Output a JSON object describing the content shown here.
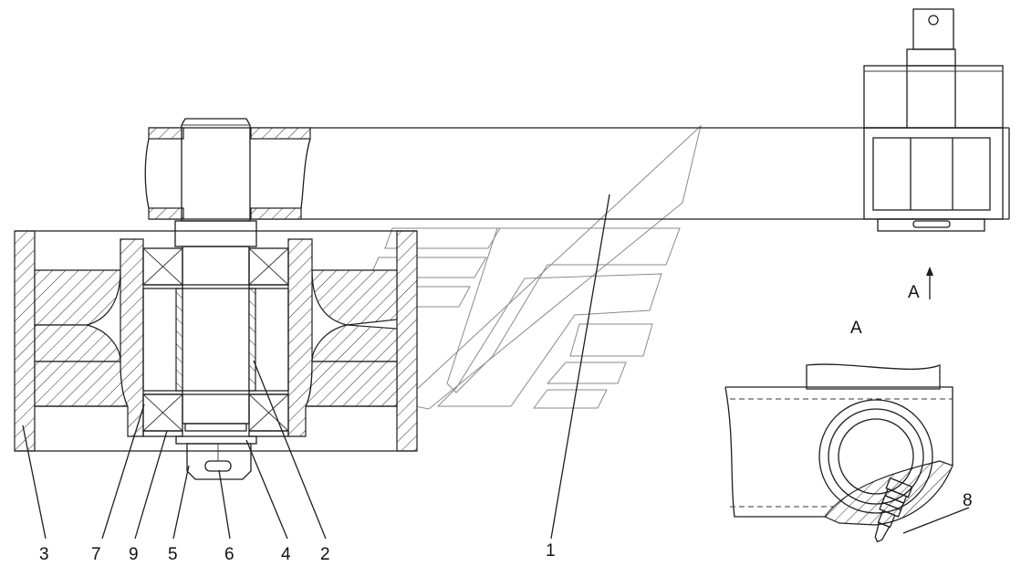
{
  "callouts": {
    "p1": "1",
    "p2": "2",
    "p3": "3",
    "p4": "4",
    "p5": "5",
    "p6": "6",
    "p7": "7",
    "p8": "8",
    "p9": "9"
  },
  "view": {
    "arrow_label": "A",
    "detail_title": "A"
  }
}
